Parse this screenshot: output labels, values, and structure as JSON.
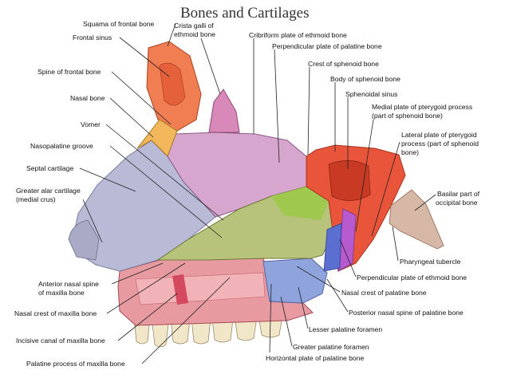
{
  "title": "Bones and Cartilages",
  "labels": {
    "squama_frontal": "Squama of frontal bone",
    "crista_galli_1": "Crista galli of",
    "crista_galli_2": "ethmoid bone",
    "frontal_sinus": "Frontal sinus",
    "cribriform": "Cribriform plate of ethmoid bone",
    "perp_palatine": "Perpendicular plate of palatine bone",
    "crest_sphenoid": "Crest of sphenoid bone",
    "spine_frontal": "Spine of frontal bone",
    "body_sphenoid": "Body of sphenoid bone",
    "sphenoidal_sinus": "Sphenoidal sinus",
    "nasal_bone": "Nasal bone",
    "medial_ptery_1": "Medial plate of pterygoid process",
    "medial_ptery_2": "(part of sphenoid bone)",
    "vomer": "Vomer",
    "lateral_ptery_1": "Lateral plate of pterygoid",
    "lateral_ptery_2": "process (part of sphenoid",
    "lateral_ptery_3": "bone)",
    "nasopalatine": "Nasopalatine groove",
    "septal": "Septal cartilage",
    "greater_alar_1": "Greater alar cartilage",
    "greater_alar_2": "(medial crus)",
    "basilar_1": "Basilar part of",
    "basilar_2": "occipital bone",
    "pharyngeal": "Pharyngeal tubercle",
    "perp_ethmoid": "Perpendicular plate of ethmoid bone",
    "ant_nasal_1": "Anterior nasal spine",
    "ant_nasal_2": "of maxilla bone",
    "nasal_crest_palatine": "Nasal crest of palatine bone",
    "nasal_crest_maxilla": "Nasal crest of maxilla bone",
    "post_nasal_spine": "Posterior nasal spine of palatine bone",
    "lesser_palatine": "Lesser palatine foramen",
    "incisive": "Incisive canal of maxilla bone",
    "greater_palatine": "Greater palatine foramen",
    "horizontal": "Horizontal plate of palatine bone",
    "palatine_process": "Palatine process of maxilla bone"
  },
  "colors": {
    "septal_cartilage": "#b9bbd6",
    "ethmoid_perp_plate": "#d7a6cf",
    "vomer": "#b7c27a",
    "vomer_groove": "#9ec84e",
    "maxilla": "#e79aa0",
    "palatine": "#8fa4dc",
    "sphenoid": "#e8553a",
    "occipital": "#d7b7a6",
    "teeth": "#f1e6c8",
    "frontal_bone": "#f07e52",
    "nasal_bone": "#f2b75a",
    "leader_line": "#222222"
  }
}
